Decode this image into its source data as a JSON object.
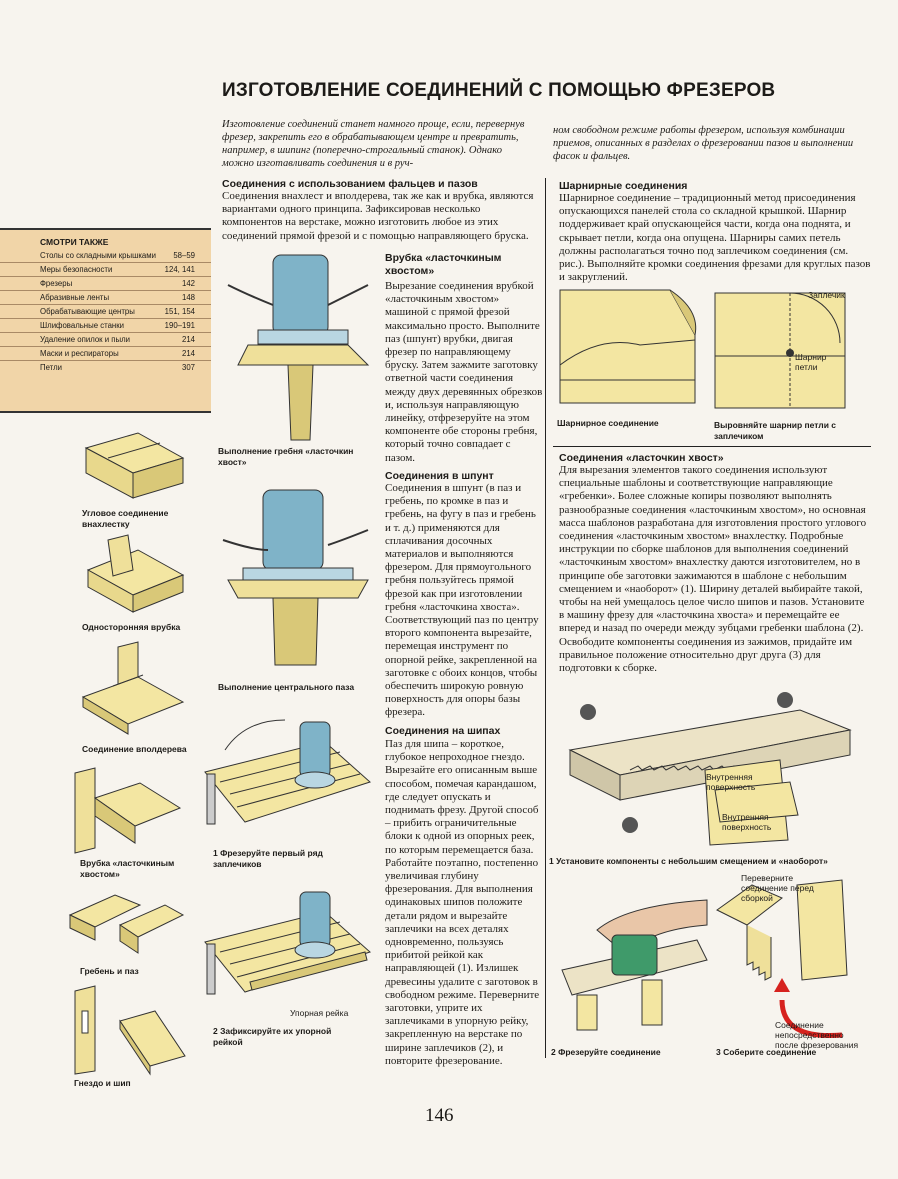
{
  "title": "ИЗГОТОВЛЕНИЕ СОЕДИНЕНИЙ С ПОМОЩЬЮ ФРЕЗЕРОВ",
  "intro_left": "Изготовление соединений станет намного проще, если, перевернув фрезер, закрепить его в обрабатывающем центре и превратить, например, в шипинг (поперечно-строгальный станок). Однако можно изготавливать соединения и в руч-",
  "intro_right": "ном свободном режиме работы фрезером, используя комбинации приемов, описанных в разделах о фрезеровании пазов и выполнении фасок и фальцев.",
  "see_also": {
    "title": "СМОТРИ ТАКЖЕ",
    "items": [
      {
        "label": "Столы со складными крышками",
        "pages": "58–59"
      },
      {
        "label": "Меры безопасности",
        "pages": "124, 141"
      },
      {
        "label": "Фрезеры",
        "pages": "142"
      },
      {
        "label": "Абразивные ленты",
        "pages": "148"
      },
      {
        "label": "Обрабатывающие центры",
        "pages": "151, 154"
      },
      {
        "label": "Шлифовальные станки",
        "pages": "190–191"
      },
      {
        "label": "Удаление опилок и пыли",
        "pages": "214"
      },
      {
        "label": "Маски и респираторы",
        "pages": "214"
      },
      {
        "label": "Петли",
        "pages": "307"
      }
    ]
  },
  "sec_rabbet": {
    "heading": "Соединения с использованием фальцев и пазов",
    "body": "Соединения внахлест и вполдерева, так же как и врубка, являются вариантами одного принципа. Зафиксировав несколько компонентов на верстаке, можно изготовить любое из этих соединений прямой фрезой и с помощью направляющего бруска."
  },
  "left_captions": {
    "corner_lap": "Угловое соединение внахлестку",
    "one_side": "Односторонняя врубка",
    "half_lap": "Соединение вполдерева",
    "dovetail_housing": "Врубка «ласточкиным хвостом»",
    "tongue_groove": "Гребень и паз",
    "mortise_tenon": "Гнездо и шип"
  },
  "mid_captions": {
    "dovetail_ridge": "Выполнение гребня «ласточкин хвост»",
    "central_groove": "Выполнение центрального паза",
    "step1": "1 Фрезеруйте первый ряд заплечиков",
    "step2": "2 Зафиксируйте их упорной рейкой",
    "fence_label": "Упорная рейка"
  },
  "sec_dovetail_housing": {
    "heading": "Врубка «ласточкиным хвостом»",
    "body": "Вырезание соединения врубкой «ласточкиным хвостом» машиной с прямой фрезой максимально просто. Выполните паз (шпунт) врубки, двигая фрезер по направляющему бруску. Затем зажмите заготовку ответной части соединения между двух деревянных обрезков и, используя направляющую линейку, отфрезеруйте на этом компоненте обе стороны гребня, который точно совпадает с пазом."
  },
  "sec_tongue": {
    "heading": "Соединения в шпунт",
    "body": "Соединения в шпунт (в паз и гребень, по кромке в паз и гребень, на фугу в паз и гребень и т. д.) применяются для сплачивания досочных материалов и выполняются фрезером. Для прямоугольного гребня пользуйтесь прямой фрезой как при изготовлении гребня «ласточкина хвоста». Соответствующий паз по центру второго компонента вырезайте, перемещая инструмент по опорной рейке, закрепленной на заготовке с обоих концов, чтобы обеспечить широкую ровную поверхность для опоры базы фрезера."
  },
  "sec_tenon": {
    "heading": "Соединения на шипах",
    "body": "Паз для шипа – короткое, глубокое непроходное гнездо. Вырезайте его описанным выше способом, помечая карандашом, где следует опускать и поднимать фрезу. Другой способ – прибить ограничительные блоки к одной из опорных реек, по которым перемещается база. Работайте поэтапно, постепенно увеличивая глубину фрезерования. Для выполнения одинаковых шипов положите детали рядом и вырезайте заплечики на всех деталях одновременно, пользуясь прибитой рейкой как направляющей (1). Излишек древесины удалите с заготовок в свободном режиме. Переверните заготовки, уприте их заплечиками в упорную рейку, закрепленную на верстаке по ширине заплечиков (2), и повторите фрезерование."
  },
  "sec_hinge": {
    "heading": "Шарнирные соединения",
    "body": "Шарнирное соединение – традиционный метод присоединения опускающихся панелей стола со складной крышкой. Шарнир поддерживает край опускающейся части, когда она поднята, и скрывает петли, когда она опущена. Шарниры самих петель должны располагаться точно под заплечиком соединения (см. рис.). Выполняйте кромки соединения фрезами для круглых пазов и закруглений.",
    "cap_left": "Шарнирное соединение",
    "cap_right": "Выровняйте шарнир петли с заплечиком",
    "lbl_shoulder": "Заплечик",
    "lbl_hinge": "Шарнир петли"
  },
  "sec_dovetail": {
    "heading": "Соединения «ласточкин хвост»",
    "body": "Для вырезания элементов такого соединения используют специальные шаблоны и соответствующие направляющие «гребенки». Более сложные копиры позволяют выполнять разнообразные соединения «ласточкиным хвостом», но основная масса шаблонов разработана для изготовления простого углового соединения «ласточкиным хвостом» внахлестку. Подробные инструкции по сборке шаблонов для выполнения соединений «ласточкиным хвостом» внахлестку даются изготовителем, но в принципе обе заготовки зажимаются в шаблоне с небольшим смещением и «наоборот» (1). Ширину деталей выбирайте такой, чтобы на ней умещалось целое число шипов и пазов. Установите в машину фрезу для «ласточкина хвоста» и перемещайте ее вперед и назад по очереди между зубцами гребенки шаблона (2). Освободите компоненты соединения из зажимов, придайте им правильное положение относительно друг друга (3) для подготовки к сборке.",
    "lbl_inner1": "Внутренняя поверхность",
    "lbl_inner2": "Внутренняя поверхность",
    "cap1": "1 Установите компоненты с небольшим смещением и «наоборот»",
    "cap2": "2 Фрезеруйте соединение",
    "cap3": "3 Соберите соединение",
    "lbl_flip": "Переверните соединение перед сборкой",
    "lbl_after": "Соединение непосредственно после фрезерования"
  },
  "page_number": "146",
  "colors": {
    "wood": "#f3e6a2",
    "wood_dark": "#d9c878",
    "see_also_bg": "#f1d5a8",
    "machine": "#7fb3c8",
    "arrow": "#d6221e"
  }
}
